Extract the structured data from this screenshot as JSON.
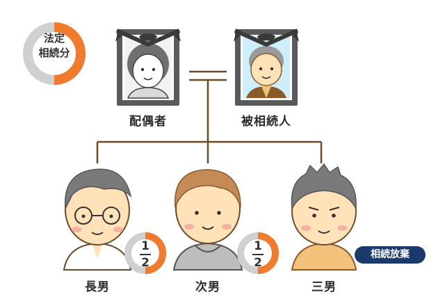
{
  "legend": {
    "line1": "法定",
    "line2": "相続分"
  },
  "people": {
    "spouse": {
      "label": "配偶者"
    },
    "deceased": {
      "label": "被相続人"
    },
    "son1": {
      "label": "長男",
      "share": {
        "numerator": "1",
        "denominator": "2"
      }
    },
    "son2": {
      "label": "次男",
      "share": {
        "numerator": "1",
        "denominator": "2"
      }
    },
    "son3": {
      "label": "三男",
      "status": "相続放棄"
    }
  },
  "colors": {
    "share_filled": "#f07a2d",
    "share_empty": "#d0d0d0",
    "badge": "#1b3a6b",
    "line": "#6b4a2b",
    "mourning_ribbon": "#3a3a3a"
  },
  "icons": [
    "memorial-portrait-icon",
    "person-icon",
    "share-ring-icon"
  ]
}
